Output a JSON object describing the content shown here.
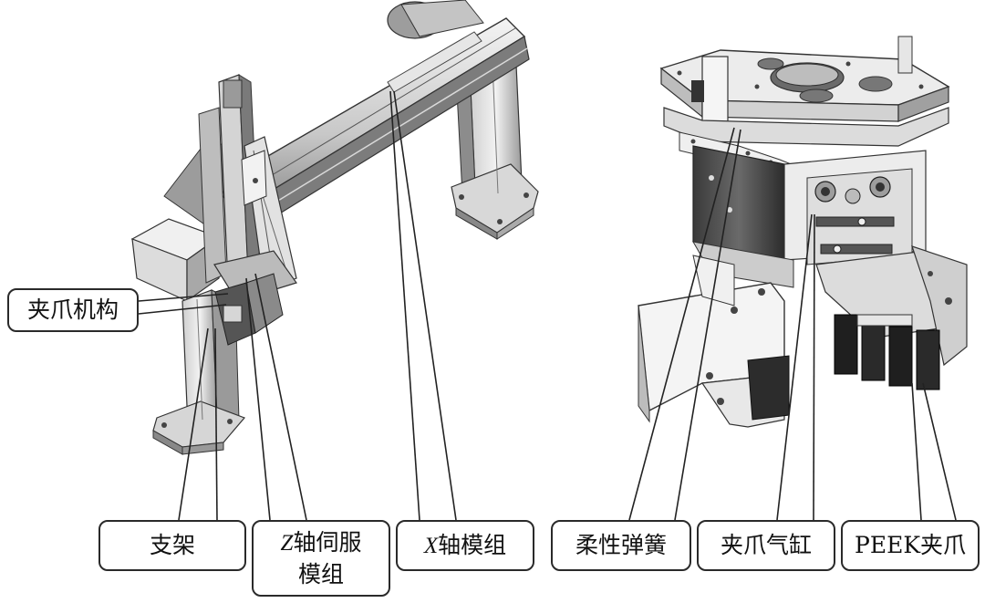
{
  "labels": {
    "gripper_mechanism": "夹爪机构",
    "bracket": "支架",
    "z_axis_servo": {
      "axis": "Z",
      "line1_rest": "轴伺服",
      "line2": "模组"
    },
    "x_axis_module": {
      "axis": "X",
      "rest": "轴模组"
    },
    "flexible_spring": "柔性弹簧",
    "gripper_cylinder": "夹爪气缸",
    "peek_gripper": "PEEK夹爪"
  },
  "figures": [
    {
      "name": "gantry-robot"
    },
    {
      "name": "gripper-assembly"
    }
  ]
}
